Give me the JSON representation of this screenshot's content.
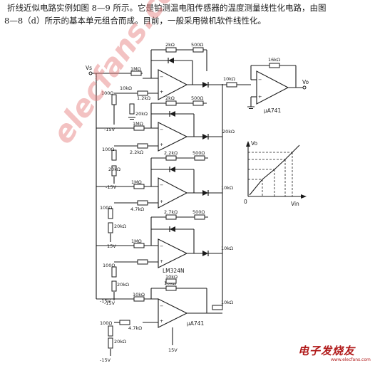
{
  "text": {
    "line1": "折线近似电路实例如图 8—9 所示。它是铂测温电阻传感器的温度测量线性化电路，由图",
    "line2": "8—8（d）所示的基本单元组合而成。目前，一般采用微机软件线性化。"
  },
  "watermark": "elecfans.com",
  "logo": {
    "text": "电子发烧友",
    "url": "www.elecfans.com"
  },
  "labels": {
    "vs": "Vs",
    "r16k": "16kΩ",
    "vo": "Vo",
    "ua741_top": "μA741",
    "ua741_bot": "μA741",
    "lm324n": "LM324N",
    "vo_axis": "Vo",
    "vin_axis": "Vin",
    "origin": "0",
    "s1_2k": "2kΩ",
    "s1_500": "500Ω",
    "s1_1m": "1MΩ",
    "s1_12k": "1.2kΩ",
    "s1_100": "100Ω",
    "s1_10k": "10kΩ",
    "s1_20k": "20kΩ",
    "s1_neg15": "-15V",
    "s2_2k": "2kΩ",
    "s2_500": "500Ω",
    "s2_1m": "1MΩ",
    "s2_22k": "2.2kΩ",
    "s2_100": "100Ω",
    "s2_20k_in": "20kΩ",
    "s2_20k": "20kΩ",
    "s2_neg15": "-15V",
    "s3_22k": "2.2kΩ",
    "s3_500": "500Ω",
    "s3_1m": "1MΩ",
    "s3_47k": "4.7kΩ",
    "s3_100": "100Ω",
    "s3_10k": "10kΩ",
    "s3_20k": "20kΩ",
    "s3_15v": "15V",
    "s4_27k": "2.7kΩ",
    "s4_500": "500Ω",
    "s4_1m": "1MΩ",
    "s4_100": "100Ω",
    "s4_10k": "10kΩ",
    "s4_20k": "20kΩ",
    "s4_neg15": "-15V",
    "s5_10k_a": "10kΩ",
    "s5_10k_b": "10kΩ",
    "s5_10k_in": "10kΩ",
    "s5_10k_out": "10kΩ",
    "s5_100": "100Ω",
    "s5_47k": "4.7kΩ",
    "s5_20k": "20kΩ",
    "s5_15v": "15V",
    "s5_neg15": "-15V"
  }
}
